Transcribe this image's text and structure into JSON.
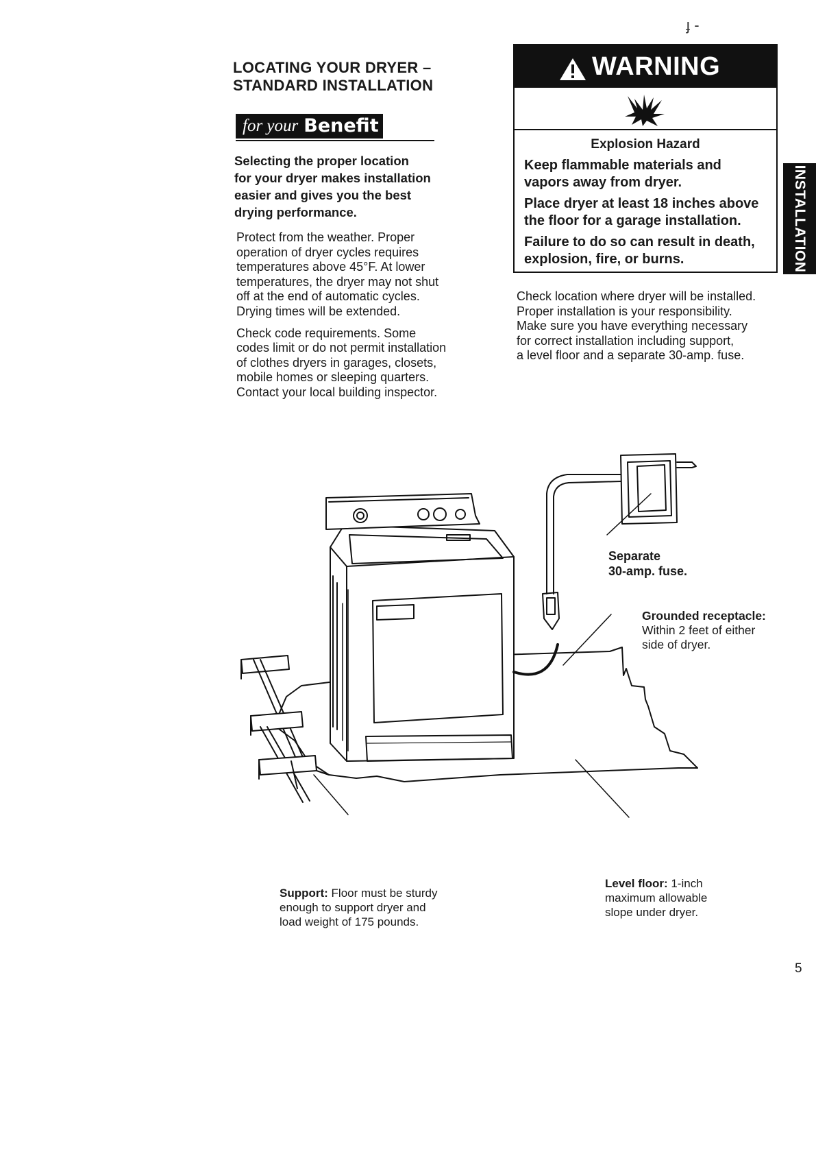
{
  "heading": {
    "line1": "LOCATING YOUR DRYER –",
    "line2": "STANDARD INSTALLATION"
  },
  "benefit": {
    "for_your": "for your",
    "benefit": "Benefit"
  },
  "lead": [
    "Selecting the proper location",
    "for your dryer makes installation",
    "easier and gives you the best",
    "drying performance."
  ],
  "paragraph1": [
    "Protect from the weather. Proper",
    "operation of dryer cycles requires",
    "temperatures above 45°F. At lower",
    "temperatures, the dryer may not shut",
    "off at the end of automatic cycles.",
    "Drying times will be extended."
  ],
  "paragraph2": [
    "Check code requirements. Some",
    "codes limit or do not permit installation",
    "of clothes dryers in garages, closets,",
    "mobile homes or sleeping quarters.",
    "Contact your local building inspector."
  ],
  "warning": {
    "banner": "WARNING",
    "title": "Explosion Hazard",
    "para1": [
      "Keep flammable materials and",
      "vapors away from dryer."
    ],
    "para2": [
      "Place dryer at least 18 inches above",
      "the floor for a garage installation."
    ],
    "para3": [
      "Failure to do so can result in death,",
      "explosion, fire, or burns."
    ]
  },
  "paragraph_right": [
    "Check location where dryer will be installed.",
    "Proper installation is your responsibility.",
    "Make sure you have everything necessary",
    "for correct installation including support,",
    "a level floor and a separate 30-amp. fuse."
  ],
  "side_tab": "INSTALLATION",
  "labels": {
    "fuse": [
      "Separate",
      "30-amp. fuse."
    ],
    "receptacle_title": "Grounded receptacle:",
    "receptacle_lines": [
      "Within 2 feet of either",
      "side of dryer."
    ],
    "support_title": "Support:",
    "support_line1": " Floor must be sturdy",
    "support_lines": [
      "enough to support dryer and",
      "load weight of 175 pounds."
    ],
    "level_title": "Level floor:",
    "level_line1": " 1-inch",
    "level_lines": [
      "maximum allowable",
      "slope under dryer."
    ]
  },
  "page_number": "5",
  "corner_mark": "ɟ -"
}
